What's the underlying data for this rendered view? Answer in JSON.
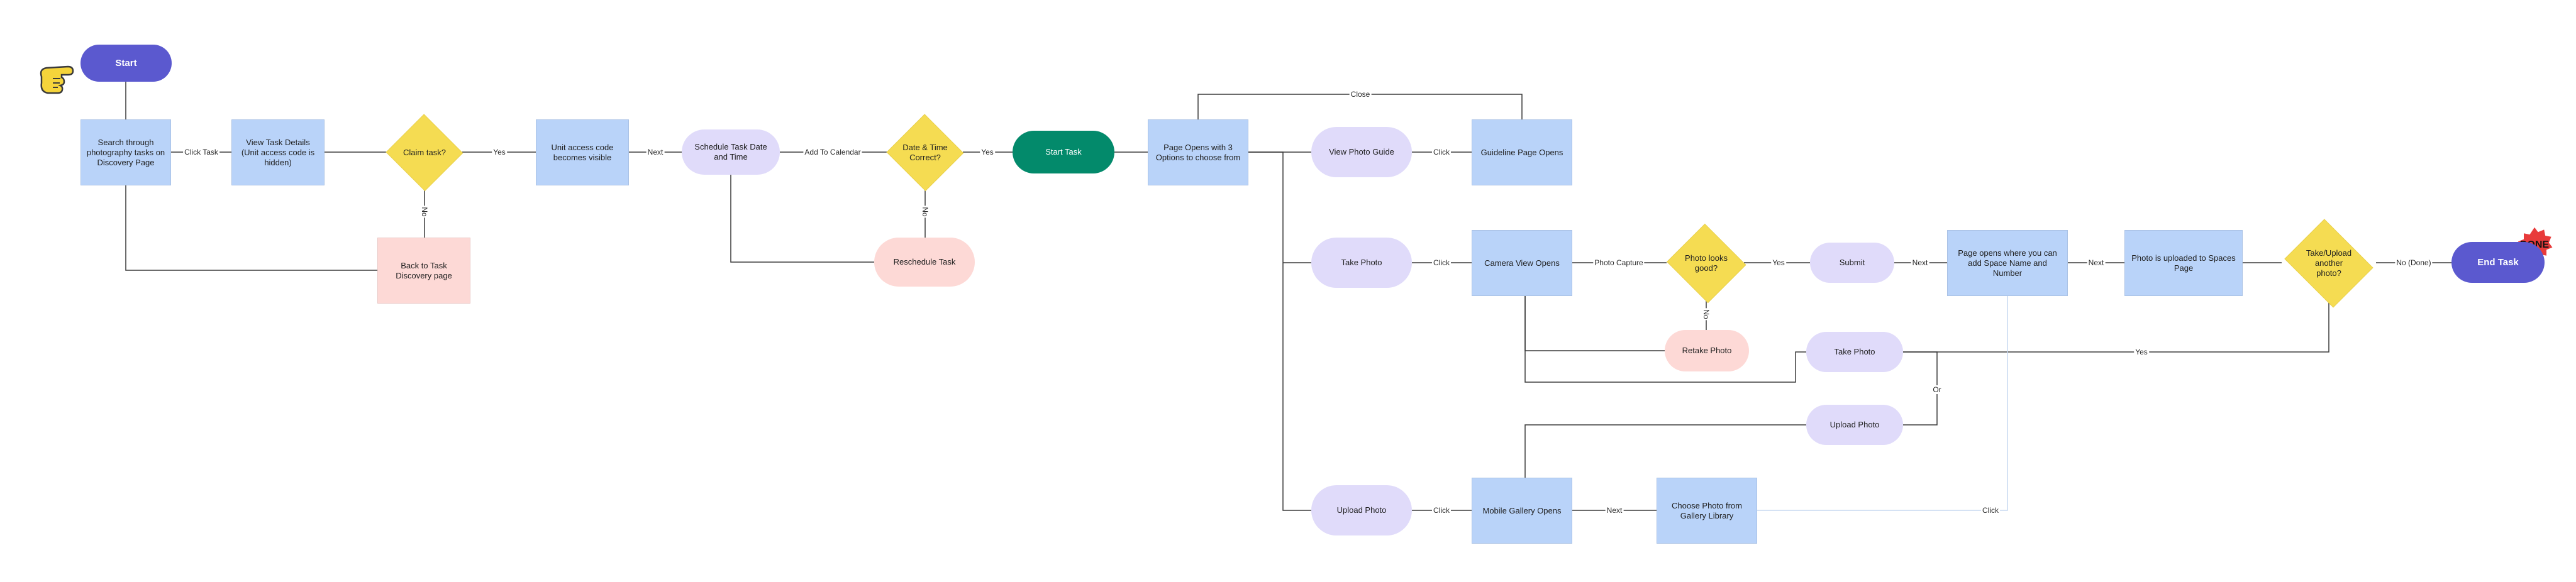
{
  "colors": {
    "start_end": "#5b59cf",
    "process": "#b9d3f9",
    "decision": "#f5dc52",
    "option": "#e0dbfa",
    "alternate": "#fdd9d6",
    "start_task": "#038a6b",
    "line": "#3b3b3b",
    "thin_line": "#c7d8f0"
  },
  "nodes": {
    "start": "Start",
    "search": "Search through photography tasks on Discovery Page",
    "view_task": "View Task Details (Unit access code is hidden)",
    "claim": "Claim task?",
    "back_discovery": "Back to Task Discovery page",
    "unit_access": "Unit access code becomes visible",
    "schedule": "Schedule Task Date and Time",
    "datetime": "Date & Time Correct?",
    "reschedule": "Reschedule Task",
    "start_task": "Start Task",
    "page_opens": "Page Opens with 3 Options to choose from",
    "view_guide": "View Photo Guide",
    "guideline": "Guideline Page Opens",
    "take_photo": "Take Photo",
    "camera_view": "Camera View Opens",
    "photo_good": "Photo looks good?",
    "retake": "Retake Photo",
    "submit": "Submit",
    "space_page": "Page opens where you can add Space Name and Number",
    "uploaded": "Photo is uploaded to Spaces Page",
    "another": "Take/Upload another photo?",
    "end": "End Task",
    "take_photo_2": "Take Photo",
    "upload_photo_2": "Upload Photo",
    "upload_photo": "Upload Photo",
    "mobile_gallery": "Mobile Gallery Opens",
    "choose_photo": "Choose Photo from Gallery Library"
  },
  "edges": {
    "click_task": "Click Task",
    "yes_claim": "Yes",
    "no_claim": "No",
    "next_1": "Next",
    "add_calendar": "Add To Calendar",
    "yes_date": "Yes",
    "no_date": "No",
    "close": "Close",
    "click_guide": "Click",
    "click_take": "Click",
    "photo_capture": "Photo Capture",
    "yes_good": "Yes",
    "no_good": "No",
    "next_submit": "Next",
    "next_space": "Next",
    "no_done": "No (Done)",
    "yes_another": "Yes",
    "or": "Or",
    "click_upload": "Click",
    "next_gallery": "Next",
    "click_gallery": "Click"
  },
  "icons": {
    "pointing_hand": "pointing-hand-icon",
    "done_badge": "DONE"
  }
}
